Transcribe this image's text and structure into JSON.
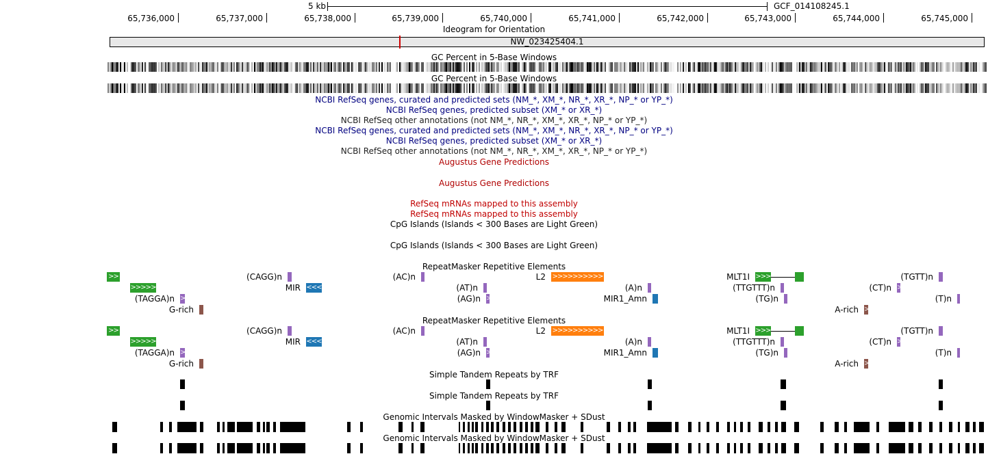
{
  "scale": {
    "label": "5 kb",
    "assembly": "GCF_014108245.1"
  },
  "ruler": [
    "65,736,000",
    "65,737,000",
    "65,738,000",
    "65,739,000",
    "65,740,000",
    "65,741,000",
    "65,742,000",
    "65,743,000",
    "65,744,000",
    "65,745,000"
  ],
  "ideogram": {
    "title": "Ideogram for Orientation",
    "chrom": "NW_023425404.1",
    "marker_fraction": 0.332
  },
  "gc": {
    "title": "GC Percent in 5-Base Windows"
  },
  "ncbi": {
    "curated": "NCBI RefSeq genes, curated and predicted sets (NM_*, XM_*, NR_*, XR_*, NP_* or YP_*)",
    "predicted": "NCBI RefSeq genes, predicted subset (XM_* or XR_*)",
    "other": "NCBI RefSeq other annotations (not NM_*, NR_*, XM_*, XR_*, NP_* or YP_*)"
  },
  "augustus": {
    "title": "Augustus Gene Predictions"
  },
  "refseq_mrna": {
    "title": "RefSeq mRNAs mapped to this assembly"
  },
  "cpg": {
    "title": "CpG Islands (Islands < 300 Bases are Light Green)"
  },
  "repeatmasker": {
    "title": "RepeatMasker Repetitive Elements",
    "labels": {
      "cagg": "(CAGG)n",
      "ac": "(AC)n",
      "l2": "L2",
      "mlt1i": "MLT1I",
      "tgtt": "(TGTT)n",
      "mir": "MIR",
      "at": "(AT)n",
      "a": "(A)n",
      "ttgttt": "(TTGTTT)n",
      "ct": "(CT)n",
      "tagga": "(TAGGA)n",
      "ag": "(AG)n",
      "mir1_amn": "MIR1_Amn",
      "tg": "(TG)n",
      "t": "(T)n",
      "grich": "G-rich",
      "arich": "A-rich"
    },
    "colors": {
      "ltr": "#2ca02c",
      "sine": "#1f77b4",
      "line": "#ff7f0e",
      "simple": "#9467bd",
      "lowcomplex": "#8c564b"
    }
  },
  "trf": {
    "title": "Simple Tandem Repeats by TRF"
  },
  "windowmasker": {
    "title": "Genomic Intervals Masked by WindowMasker + SDust"
  },
  "colors": {
    "ncbi_blue": "#000080",
    "dark_text": "#222222",
    "augustus_red": "#b00000",
    "mrna_red": "#c00000",
    "marker": "#d00000"
  }
}
